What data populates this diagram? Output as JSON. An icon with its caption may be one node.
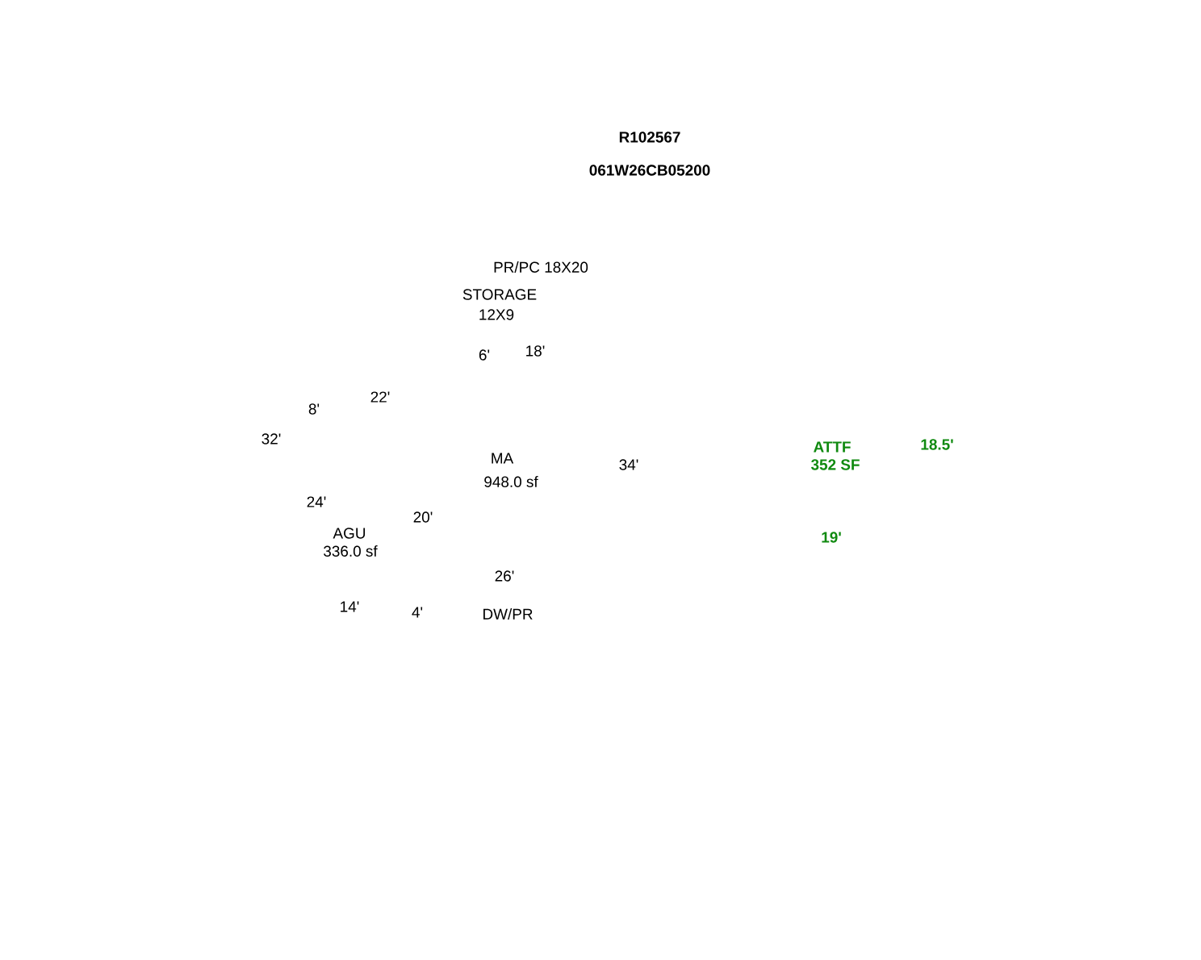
{
  "diagram": {
    "labels": [
      "R102567",
      "061W26CB05200",
      "PR/PC 18X20",
      "STORAGE",
      "12X9",
      "6'",
      "18'",
      "22'",
      "8'",
      "32'",
      "ATTF",
      "18.5'",
      "MA",
      "34'",
      "352 SF",
      "948.0 sf",
      "24'",
      "20'",
      "AGU",
      "19'",
      "336.0 sf",
      "26'",
      "14'",
      "4'",
      "DW/PR"
    ]
  }
}
